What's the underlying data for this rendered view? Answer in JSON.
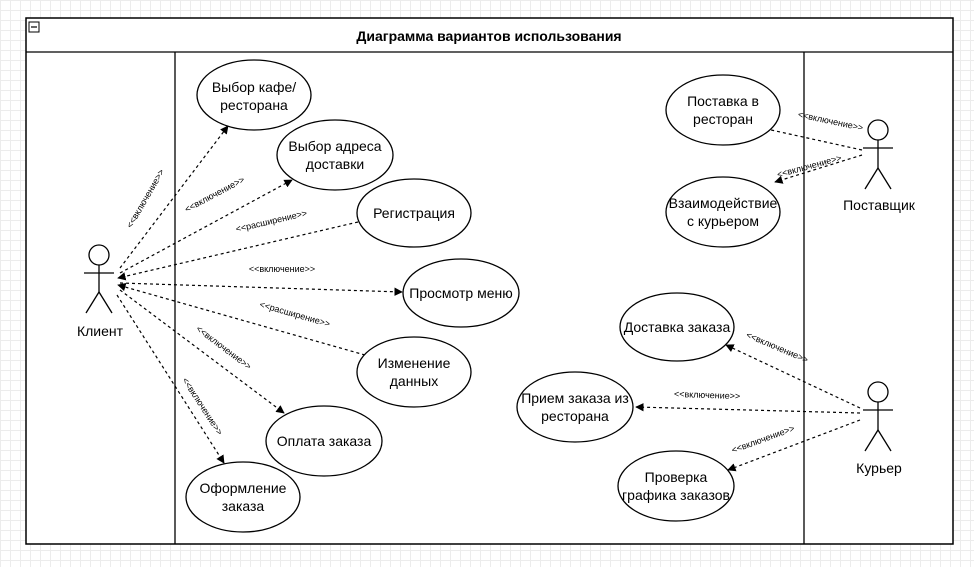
{
  "diagram": {
    "title": "Диаграмма вариантов использования",
    "collapse_glyph": "−"
  },
  "actors": {
    "client": "Клиент",
    "supplier": "Поставщик",
    "courier": "Курьер"
  },
  "use_cases": {
    "choose_cafe": [
      "Выбор кафе/",
      "ресторана"
    ],
    "choose_address": [
      "Выбор адреса",
      "доставки"
    ],
    "registration": [
      "Регистрация"
    ],
    "view_menu": [
      "Просмотр меню"
    ],
    "change_data": [
      "Изменение",
      "данных"
    ],
    "payment": [
      "Оплата заказа"
    ],
    "checkout": [
      "Оформление",
      "заказа"
    ],
    "delivery_to_restaurant": [
      "Поставка в",
      "ресторан"
    ],
    "interaction_courier": [
      "Взаимодействие",
      "с курьером"
    ],
    "order_delivery": [
      "Доставка заказа"
    ],
    "receive_order": [
      "Прием заказа из",
      "ресторана"
    ],
    "check_schedule": [
      "Проверка",
      "графика заказов"
    ]
  },
  "relations": {
    "include": "<<включение>>",
    "extend": "<<расширение>>"
  }
}
